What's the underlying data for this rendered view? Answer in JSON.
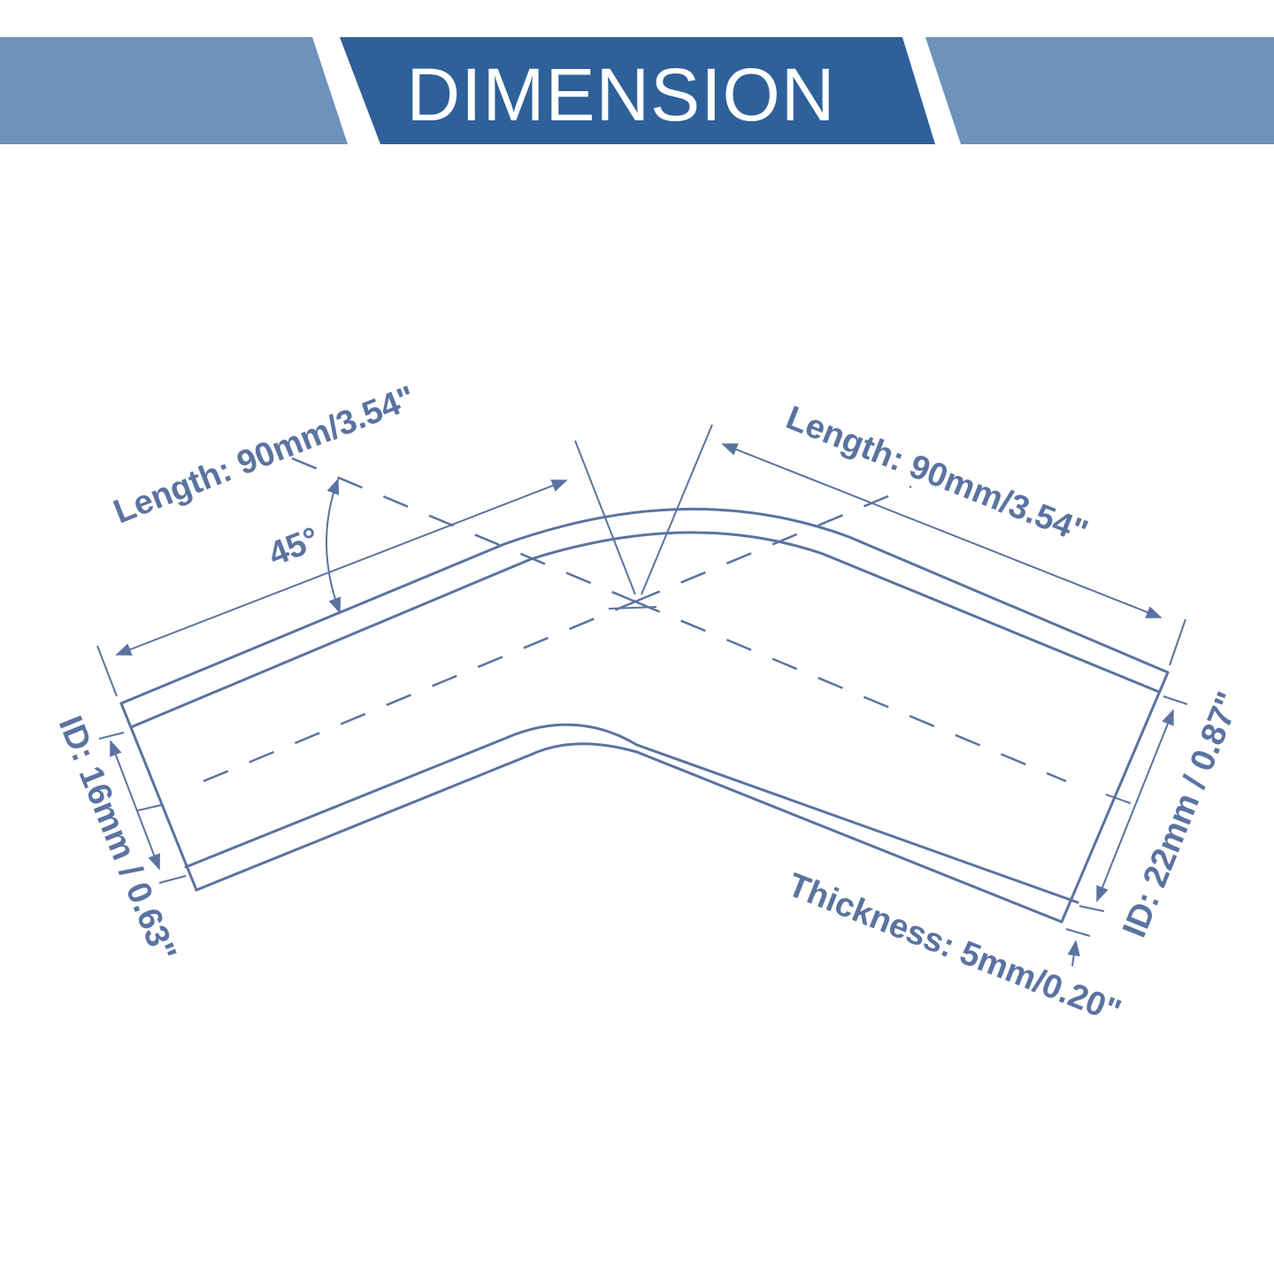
{
  "banner": {
    "title": "DIMENSION",
    "colors": {
      "primary": "#2e6099",
      "secondary": "#6d92bb"
    }
  },
  "diagram": {
    "line_color": "#5a73a0",
    "labels": {
      "length_left": "Length: 90mm/3.54\"",
      "length_right": "Length: 90mm/3.54\"",
      "angle": "45°",
      "id_left": "ID: 16mm / 0.63\"",
      "id_right": "ID: 22mm / 0.87\"",
      "thickness": "Thickness: 5mm/0.20\""
    }
  }
}
